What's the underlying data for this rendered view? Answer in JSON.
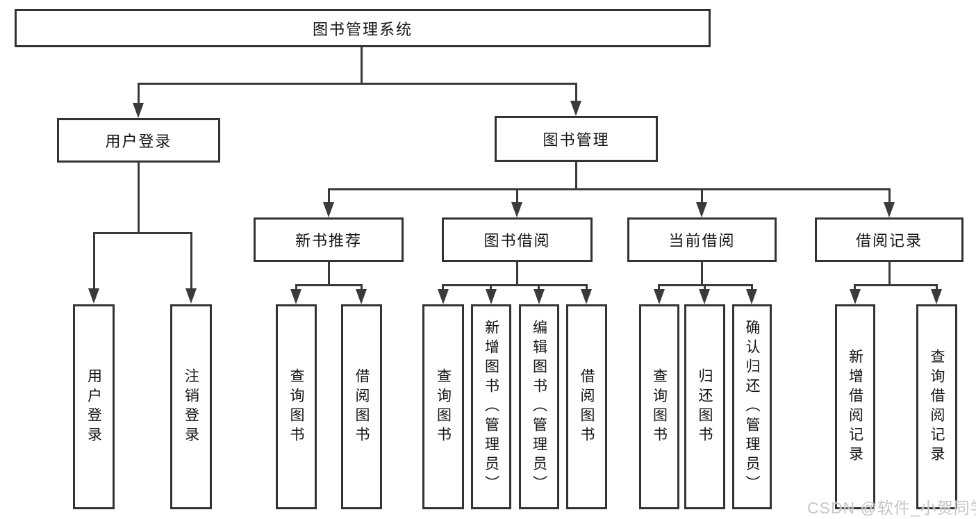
{
  "tree": {
    "label": "图书管理系统",
    "children": [
      {
        "label": "用户登录",
        "children": [
          {
            "label": "用户登录"
          },
          {
            "label": "注销登录"
          }
        ]
      },
      {
        "label": "图书管理",
        "children": [
          {
            "label": "新书推荐",
            "children": [
              {
                "label": "查询图书"
              },
              {
                "label": "借阅图书"
              }
            ]
          },
          {
            "label": "图书借阅",
            "children": [
              {
                "label": "查询图书"
              },
              {
                "label": "新增图书（管理员）"
              },
              {
                "label": "编辑图书（管理员）"
              },
              {
                "label": "借阅图书"
              }
            ]
          },
          {
            "label": "当前借阅",
            "children": [
              {
                "label": "查询图书"
              },
              {
                "label": "归还图书"
              },
              {
                "label": "确认归还（管理员）"
              }
            ]
          },
          {
            "label": "借阅记录",
            "children": [
              {
                "label": "新增借阅记录"
              },
              {
                "label": "查询借阅记录"
              }
            ]
          }
        ]
      }
    ]
  },
  "watermark": {
    "text": "CSDN @软件_小贺同学"
  },
  "colors": {
    "line": "#3a3a3a",
    "border": "#333333",
    "watermark": "#c6c6c6"
  }
}
